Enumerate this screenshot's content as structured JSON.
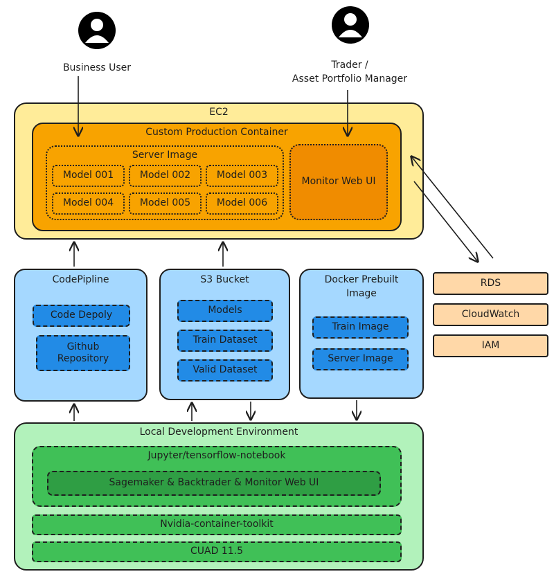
{
  "actors": {
    "business_user": "Business User",
    "trader_line1": "Trader /",
    "trader_line2": "Asset Portfolio Manager"
  },
  "ec2": {
    "title": "EC2",
    "container_title": "Custom Production Container",
    "server_image_title": "Server Image",
    "models": [
      "Model 001",
      "Model 002",
      "Model 003",
      "Model 004",
      "Model 005",
      "Model 006"
    ],
    "monitor": "Monitor Web UI"
  },
  "codepipeline": {
    "title": "CodePipline",
    "items": [
      "Code Depoly",
      "Github Repository"
    ]
  },
  "s3": {
    "title": "S3 Bucket",
    "items": [
      "Models",
      "Train Dataset",
      "Valid Dataset"
    ]
  },
  "docker": {
    "title_line1": "Docker Prebuilt",
    "title_line2": "Image",
    "items": [
      "Train Image",
      "Server Image"
    ]
  },
  "aws_services": [
    "RDS",
    "CloudWatch",
    "IAM"
  ],
  "local": {
    "title": "Local Development Environment",
    "jupyter": "Jupyter/tensorflow-notebook",
    "sagemaker": "Sagemaker & Backtrader & Monitor Web UI",
    "nvidia": "Nvidia-container-toolkit",
    "cuda": "CUAD 11.5"
  },
  "colors": {
    "ec2_fill": "#ffec99",
    "ec2_stroke": "#1e1e1e",
    "container_fill": "#f8a300",
    "monitor_fill": "#f08c00",
    "blue_panel": "#a5d8ff",
    "blue_item": "#228be6",
    "service_fill": "#ffd8a8",
    "green_outer": "#b2f2bb",
    "green_mid": "#40c057",
    "green_inner": "#2f9e44"
  }
}
